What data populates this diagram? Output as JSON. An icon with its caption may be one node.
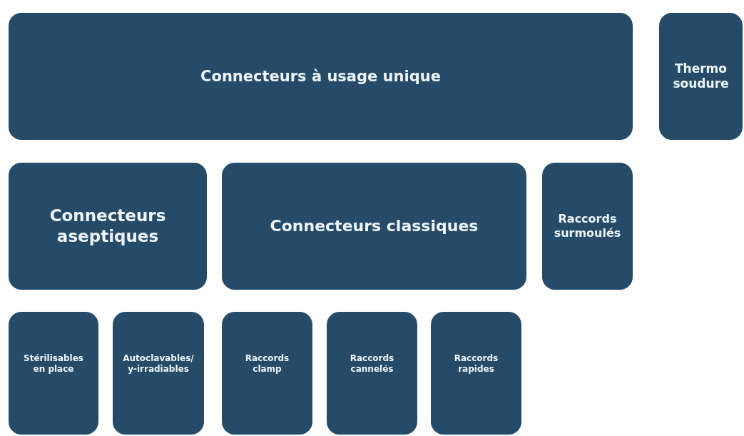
{
  "diagram": {
    "nodes": [
      {
        "text": [
          "Connecteurs à usage unique"
        ]
      },
      {
        "text": [
          "Thermo soudure"
        ]
      },
      {
        "text": [
          "Connecteurs aseptiques"
        ]
      },
      {
        "text": [
          "Connecteurs classiques"
        ]
      },
      {
        "text": [
          "Raccords surmoulés"
        ]
      },
      {
        "text": [
          "Stérilisables en place"
        ]
      },
      {
        "text": [
          "Autoclavables/ y-irradiables"
        ]
      },
      {
        "text": [
          "Raccords clamp"
        ]
      },
      {
        "text": [
          "Raccords cannelés"
        ]
      },
      {
        "text": [
          "Raccords rapides"
        ]
      }
    ]
  }
}
